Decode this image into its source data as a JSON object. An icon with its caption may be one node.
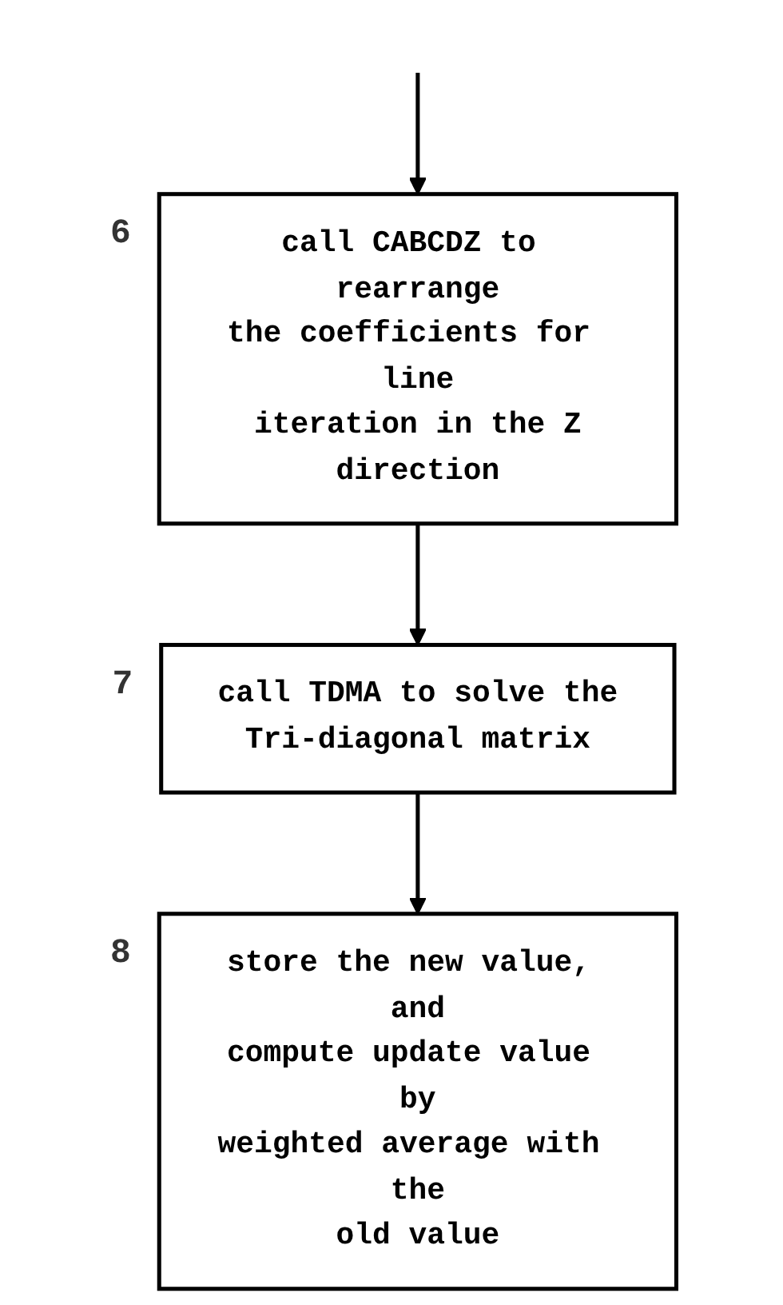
{
  "diagram": {
    "nodes": [
      {
        "text": [
          "call CABCDZ to rearrange the coefficients for line iteration in the Z direction"
        ],
        "beside": [
          "6"
        ]
      },
      {
        "text": [
          "call TDMA to solve the Tri-diagonal matrix"
        ],
        "beside": [
          "7"
        ]
      },
      {
        "text": [
          "store the new value, and compute update value by weighted average with the old value"
        ],
        "beside": [
          "8"
        ]
      }
    ],
    "edges": [
      {
        "from": null,
        "to": 0,
        "arrow": "to"
      },
      {
        "from": 0,
        "to": 1,
        "arrow": "to"
      },
      {
        "from": 1,
        "to": 2,
        "arrow": "to"
      }
    ]
  }
}
